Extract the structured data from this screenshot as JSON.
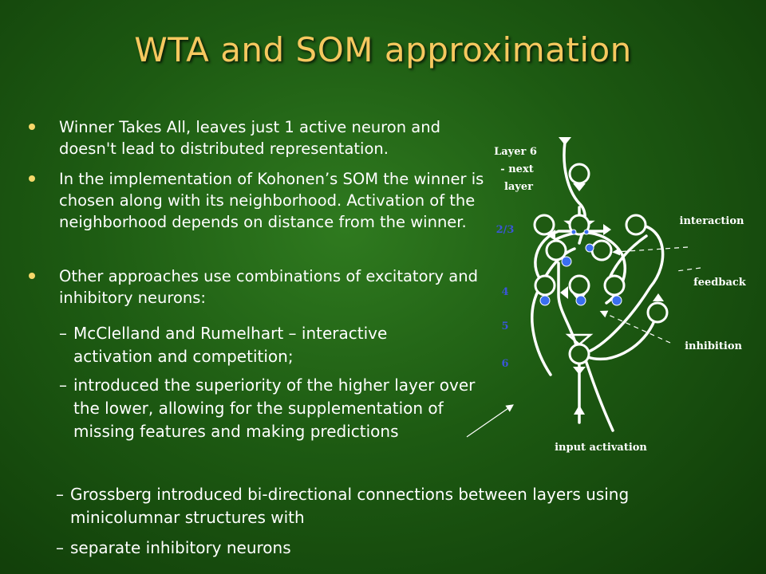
{
  "title": "WTA and SOM approximation",
  "bullets": [
    "Winner Takes All, leaves just 1 active neuron and doesn't lead to distributed representation.",
    "In the implementation of Kohonen’s SOM the winner is chosen along with its neighborhood. Activation of the neighborhood depends on distance from the winner.",
    "Other approaches use combinations of excitatory and inhibitory neurons:"
  ],
  "sub_items": [
    "McClelland and Rumelhart – interactive activation and competition;",
    "introduced the superiority of the higher layer over the lower, allowing for the supplementation of missing features and making predictions",
    "Grossberg introduced bi-directional connections between layers using minicolumnar structures with",
    "separate inhibitory neurons"
  ],
  "dash": "–",
  "diagram": {
    "layer_label_lines": [
      "Layer 6",
      "- next",
      "layer"
    ],
    "layer_numbers": [
      "2/3",
      "4",
      "5",
      "6"
    ],
    "interaction": "interaction",
    "feedback": "feedback",
    "inhibition": "inhibition",
    "input_activation": "input activation"
  },
  "colors": {
    "title": "#f6c85f",
    "bullet_dot": "#f6d86a",
    "layer_numbers": "#3a56d6",
    "inhibitory_neuron": "#3a6ff0"
  }
}
